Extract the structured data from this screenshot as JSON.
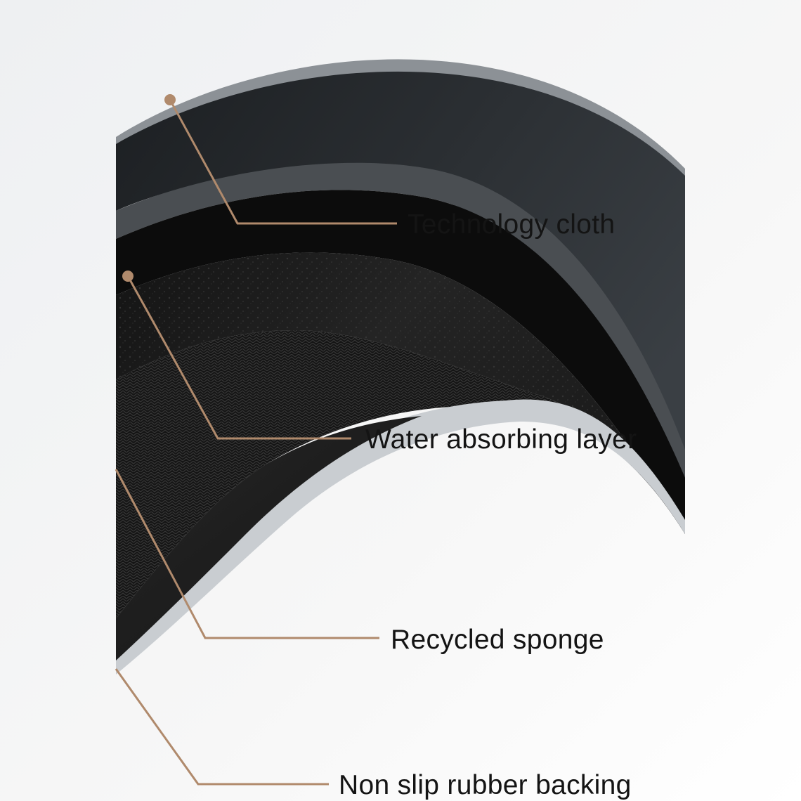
{
  "layers": [
    {
      "id": "technology-cloth",
      "label": "Technology cloth"
    },
    {
      "id": "water-absorbing-layer",
      "label": "Water absorbing layer"
    },
    {
      "id": "recycled-sponge",
      "label": "Recycled sponge"
    },
    {
      "id": "non-slip-rubber-backing",
      "label": "Non slip rubber backing"
    }
  ],
  "colors": {
    "background": "#ffffff",
    "cloth": "#2b2f33",
    "cloth_edge": "#4a4e52",
    "sponge": "#0c0c0c",
    "foam": "#1a1a1a",
    "rubber": "#222222",
    "leader_line": "#b08a6c",
    "leader_dot": "#b08a6c",
    "label_text": "#141414"
  }
}
